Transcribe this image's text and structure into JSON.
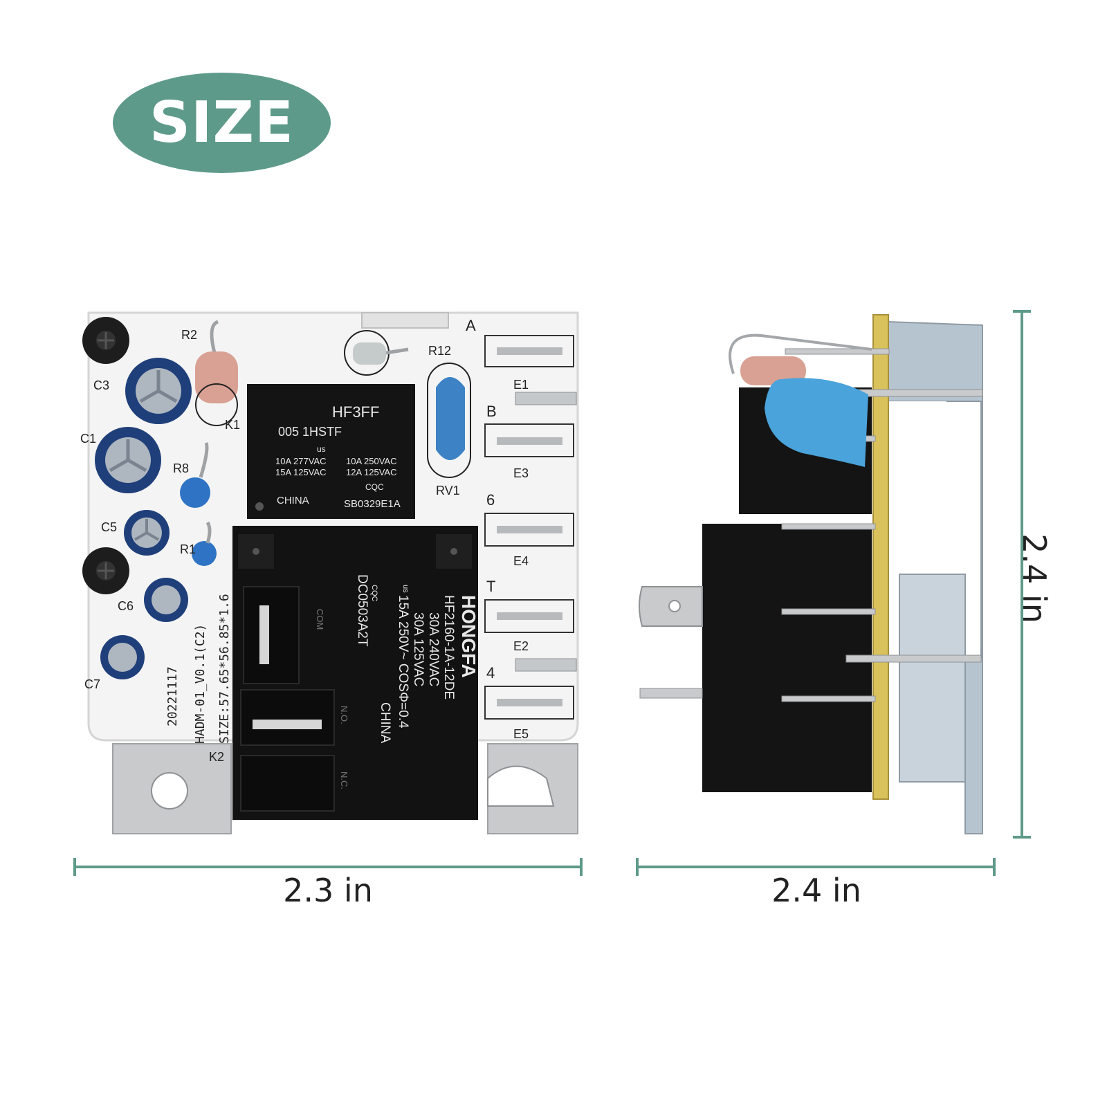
{
  "badge": {
    "label": "SIZE",
    "color": "#5e9a8a"
  },
  "dimensions": {
    "front_width": "2.3 in",
    "side_width": "2.4 in",
    "side_height": "2.4 in",
    "line_color": "#5e9a8a"
  },
  "board_labels": {
    "r2": "R2",
    "r12": "R12",
    "a": "A",
    "c3": "C3",
    "e1": "E1",
    "b": "B",
    "c1": "C1",
    "r8": "R8",
    "k1": "K1",
    "rv1": "RV1",
    "e3": "E3",
    "six": "6",
    "c5": "C5",
    "r1": "R1",
    "e4": "E4",
    "t": "T",
    "c6": "C6",
    "e2": "E2",
    "four": "4",
    "c7": "C7",
    "e5": "E5",
    "k2": "K2",
    "date_code": "20221117",
    "board_id": "HADM-01_V0.1(C2)",
    "size_code": "SIZE:57.65*56.85*1.6"
  },
  "small_relay": {
    "model": "HF3FF",
    "part": "005 1HSTF",
    "rating_ul_1": "10A 277VAC",
    "rating_ul_2": "15A 125VAC",
    "rating_vde_1": "10A 250VAC",
    "rating_vde_2": "12A 125VAC",
    "ul_mark": "us",
    "cqc": "CQC",
    "country": "CHINA",
    "cert": "SB0329E1A"
  },
  "large_relay": {
    "brand": "HONGFA",
    "part": "HF2160-1A-12DE",
    "rating_1": "30A 240VAC",
    "rating_2": "30A 125VAC",
    "rating_3": "15A 250V~ COSΦ=0.4",
    "country": "CHINA",
    "cert": "DC0503A2T",
    "com": "COM",
    "no": "N.O.",
    "nc": "N.C.",
    "cqc": "CQC",
    "ul_mark": "us"
  }
}
